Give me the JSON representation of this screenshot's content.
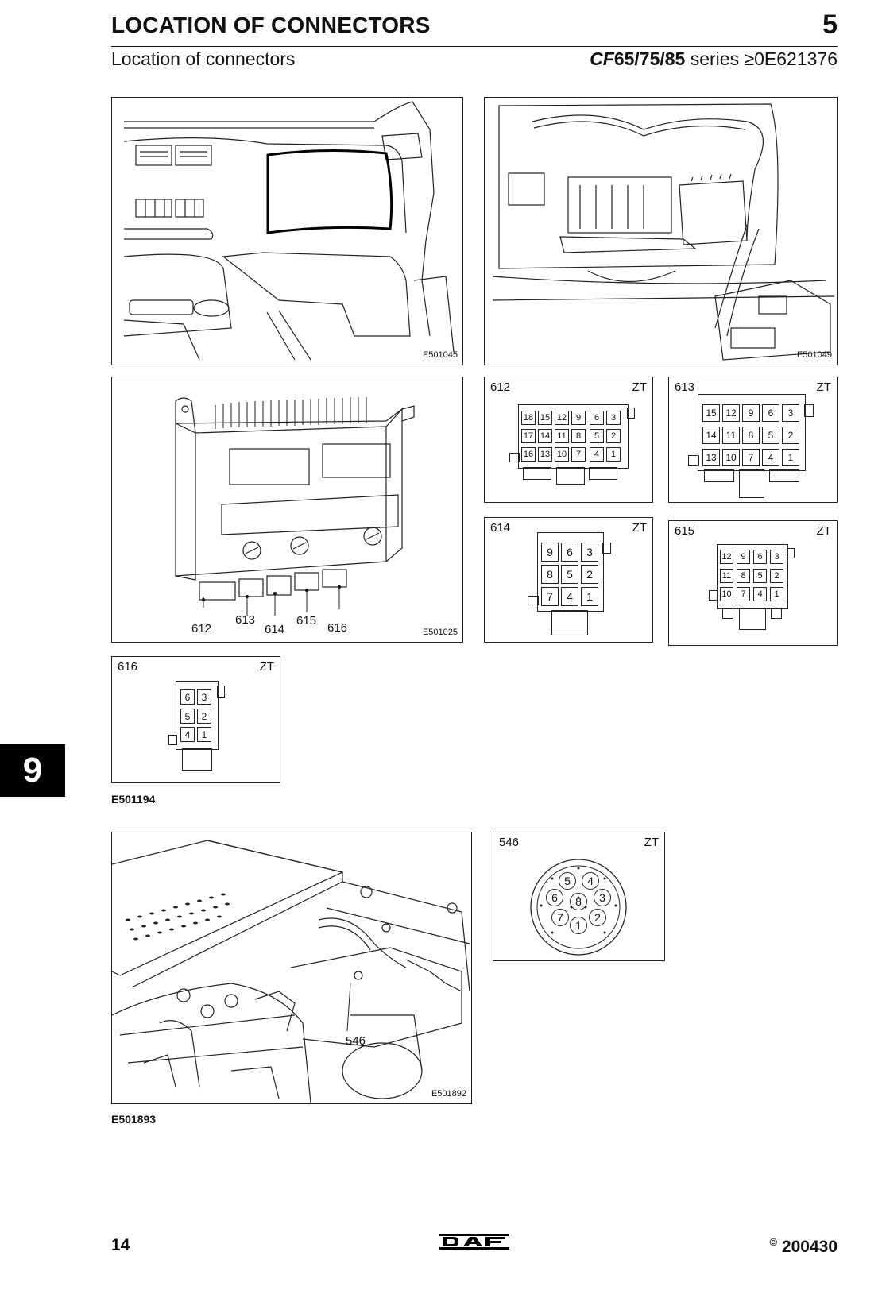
{
  "header": {
    "title": "LOCATION OF CONNECTORS",
    "chapter": "5",
    "subtitle": "Location of connectors",
    "series_model": "CF",
    "series_numbers": "65/75/85",
    "series_word": "series",
    "series_symbol": "≥",
    "series_code": "0E621376"
  },
  "figures": {
    "dashboard": {
      "code": "E501045"
    },
    "harness": {
      "code": "E501049"
    },
    "ecu": {
      "code": "E501025",
      "labels": [
        "612",
        "613",
        "614",
        "615",
        "616"
      ]
    },
    "group_caption": "E501194",
    "transmission": {
      "code": "E501892",
      "label": "546"
    },
    "transmission_caption": "E501893"
  },
  "connectors": [
    {
      "id": "612",
      "type": "ZT",
      "rows": [
        [
          "18",
          "15",
          "12",
          "9",
          "6",
          "3"
        ],
        [
          "17",
          "14",
          "11",
          "8",
          "5",
          "2"
        ],
        [
          "16",
          "13",
          "10",
          "7",
          "4",
          "1"
        ]
      ]
    },
    {
      "id": "613",
      "type": "ZT",
      "rows": [
        [
          "15",
          "12",
          "9",
          "6",
          "3"
        ],
        [
          "14",
          "11",
          "8",
          "5",
          "2"
        ],
        [
          "13",
          "10",
          "7",
          "4",
          "1"
        ]
      ]
    },
    {
      "id": "614",
      "type": "ZT",
      "rows": [
        [
          "9",
          "6",
          "3"
        ],
        [
          "8",
          "5",
          "2"
        ],
        [
          "7",
          "4",
          "1"
        ]
      ]
    },
    {
      "id": "615",
      "type": "ZT",
      "rows": [
        [
          "12",
          "9",
          "6",
          "3"
        ],
        [
          "11",
          "8",
          "5",
          "2"
        ],
        [
          "10",
          "7",
          "4",
          "1"
        ]
      ]
    },
    {
      "id": "616",
      "type": "ZT",
      "rows": [
        [
          "6",
          "3"
        ],
        [
          "5",
          "2"
        ],
        [
          "4",
          "1"
        ]
      ]
    },
    {
      "id": "546",
      "type": "ZT",
      "pins": [
        "5",
        "4",
        "6",
        "8",
        "3",
        "7",
        "2",
        "1"
      ]
    }
  ],
  "side_tab": "9",
  "footer": {
    "page": "14",
    "copyright_symbol": "©",
    "code": "200430",
    "logo": "DAF"
  }
}
